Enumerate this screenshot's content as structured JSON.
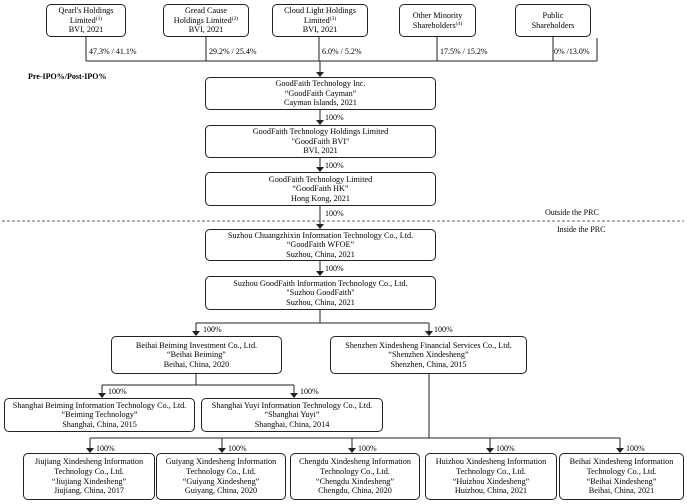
{
  "pre_post_label": "Pre-IPO%/Post-IPO%",
  "boundary": {
    "outside": "Outside the PRC",
    "inside": "Inside the PRC"
  },
  "shareholders": [
    {
      "name_l1": "Qearl's Holdings",
      "name_l2": "Limited",
      "sup": "(1)",
      "place": "BVI, 2021",
      "pct": "47.3% / 41.1%"
    },
    {
      "name_l1": "Gread Cause",
      "name_l2": "Holdings Limited",
      "sup": "(2)",
      "place": "BVI, 2021",
      "pct": "29.2% / 25.4%"
    },
    {
      "name_l1": "Cloud Light Holdings",
      "name_l2": "Limited",
      "sup": "(3)",
      "place": "BVI, 2021",
      "pct": "6.0% / 5.2%"
    },
    {
      "name_l1": "Other Minority",
      "name_l2": "Shareholders",
      "sup": "(4)",
      "place": "",
      "pct": "17.5% / 15.2%"
    },
    {
      "name_l1": "Public",
      "name_l2": "Shareholders",
      "sup": "",
      "place": "",
      "pct": "0% /13.0%"
    }
  ],
  "chain": [
    {
      "l1": "GoodFaith Technology Inc.",
      "l2": "“GoodFaith Cayman”",
      "l3": "Cayman Islands, 2021"
    },
    {
      "l1": "GoodFaith Technology Holdings Limited",
      "l2": "\"GoodFaith BVI\"",
      "l3": "BVI, 2021"
    },
    {
      "l1": "GoodFaith Technology Limited",
      "l2": "“GoodFaith HK”",
      "l3": "Hong Kong, 2021"
    },
    {
      "l1": "Suzhou Chuangzhixin Information Technology Co., Ltd.",
      "l2": "“GoodFaith WFOE”",
      "l3": "Suzhou, China, 2021"
    },
    {
      "l1": "Suzhou GoodFaith Information Technology Co., Ltd.",
      "l2": "\"Suzhou GoodFaith\"",
      "l3": "Suzhou, China, 2021"
    }
  ],
  "chain_pcts": [
    "100%",
    "100%",
    "100%",
    "100%"
  ],
  "level2": {
    "beihai_beiming": {
      "l1": "Beihai Beiming Investment Co., Ltd.",
      "l2": "“Beihai Beiming”",
      "l3": "Beihai, China, 2020",
      "pct": "100%"
    },
    "shenzhen": {
      "l1": "Shenzhen Xindesheng Financial Services Co., Ltd.",
      "l2": "“Shenzhen Xindesheng”",
      "l3": "Shenzhen, China, 2015",
      "pct": "100%"
    }
  },
  "level3": [
    {
      "l1": "Shanghai Beiming Information Technology Co., Ltd.",
      "l2": "“Beiming Technology”",
      "l3": "Shanghai, China, 2015",
      "pct": "100%"
    },
    {
      "l1": "Shanghai Yuyi Information Technology Co., Ltd.",
      "l2": "“Shanghai Yuyi”",
      "l3": "Shanghai, China, 2014",
      "pct": "100%"
    }
  ],
  "bottom": [
    {
      "l1": "Jiujiang Xindesheng Information",
      "l2": "Technology Co., Ltd.",
      "l3": "“Jiujiang Xindesheng”",
      "l4": "Jiujiang, China, 2017",
      "pct": "100%"
    },
    {
      "l1": "Guiyang Xindesheng Information",
      "l2": "Technology Co., Ltd.",
      "l3": "“Guiyang Xindesheng”",
      "l4": "Guiyang, China, 2020",
      "pct": "100%"
    },
    {
      "l1": "Chengdu Xindesheng Information",
      "l2": "Technology Co., Ltd.",
      "l3": "“Chengdu Xindesheng”",
      "l4": "Chengdu, China, 2020",
      "pct": "100%"
    },
    {
      "l1": "Huizhou Xindesheng Information",
      "l2": "Technology Co., Ltd.",
      "l3": "“Huizhou Xindesheng”",
      "l4": "Huizhou, China, 2021",
      "pct": "100%"
    },
    {
      "l1": "Beihai Xindesheng Information",
      "l2": "Technology Co., Ltd.",
      "l3": "“Beihai Xindesheng”",
      "l4": "Beihai, China, 2021",
      "pct": "100%"
    }
  ]
}
